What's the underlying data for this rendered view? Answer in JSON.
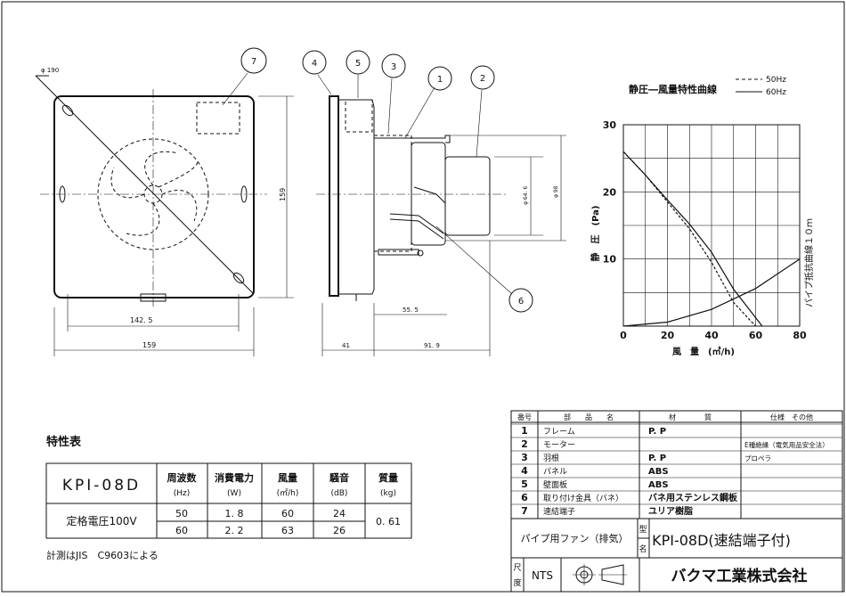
{
  "drawing": {
    "dims": {
      "dia190": "φ 190",
      "h159": "159",
      "w142_5": "142. 5",
      "w159": "159",
      "d41": "41",
      "d91_9": "91. 9",
      "d55_5": "55. 5",
      "dia64_6": "φ 64. 6",
      "dia98": "φ 98"
    },
    "balloons": [
      "1",
      "2",
      "3",
      "4",
      "5",
      "6",
      "7"
    ]
  },
  "chart": {
    "title": "静圧―風量特性曲線",
    "legend_50": "50Hz",
    "legend_60": "60Hz",
    "ylabel": "静　圧　(Pa)",
    "xlabel": "風　量　(㎥/h)",
    "curve_label": "パイプ抵抗曲線１０ｍ",
    "x_ticks": [
      "0",
      "20",
      "40",
      "60",
      "80"
    ],
    "y_ticks": [
      "30",
      "20",
      "10"
    ]
  },
  "chart_data": {
    "type": "line",
    "title": "静圧―風量特性曲線",
    "xlabel": "風　量　(㎥/h)",
    "ylabel": "静　圧　(Pa)",
    "xlim": [
      0,
      80
    ],
    "ylim": [
      0,
      30
    ],
    "grid": true,
    "series": [
      {
        "name": "50Hz",
        "style": "dashed",
        "points": [
          [
            0,
            26
          ],
          [
            10,
            22.5
          ],
          [
            20,
            18.5
          ],
          [
            30,
            14.5
          ],
          [
            40,
            9.5
          ],
          [
            50,
            3.5
          ],
          [
            60,
            0
          ]
        ]
      },
      {
        "name": "60Hz",
        "style": "solid",
        "points": [
          [
            0,
            26
          ],
          [
            10,
            22.5
          ],
          [
            20,
            18.8
          ],
          [
            30,
            15.2
          ],
          [
            40,
            11
          ],
          [
            50,
            5.5
          ],
          [
            63,
            0
          ]
        ]
      },
      {
        "name": "パイプ抵抗曲線１０ｍ",
        "style": "solid",
        "points": [
          [
            0,
            0
          ],
          [
            20,
            0.6
          ],
          [
            40,
            2.5
          ],
          [
            60,
            5.6
          ],
          [
            80,
            10
          ]
        ]
      }
    ]
  },
  "spec": {
    "heading": "特性表",
    "model": "KPI-08D",
    "headers": [
      {
        "label": "周波数",
        "unit": "(Hz)"
      },
      {
        "label": "消費電力",
        "unit": "(W)"
      },
      {
        "label": "風量",
        "unit": "(㎥/h)"
      },
      {
        "label": "騒音",
        "unit": "(dB)"
      },
      {
        "label": "質量",
        "unit": "(kg)"
      }
    ],
    "row_label": "定格電圧100V",
    "rows": [
      [
        "50",
        "1. 8",
        "60",
        "24"
      ],
      [
        "60",
        "2. 2",
        "63",
        "26"
      ]
    ],
    "mass": "0. 61",
    "note": "計測はJIS　C9603による"
  },
  "parts": {
    "headers": [
      "番号",
      "部　　品　　名",
      "材　　　　質",
      "仕様　その他"
    ],
    "rows": [
      {
        "no": "1",
        "name": "フレーム",
        "material": "P. P",
        "spec": ""
      },
      {
        "no": "2",
        "name": "モーター",
        "material": "",
        "spec": "E種絶縁（電気用品安全法）"
      },
      {
        "no": "3",
        "name": "羽根",
        "material": "P. P",
        "spec": "プロペラ"
      },
      {
        "no": "4",
        "name": "パネル",
        "material": "ABS",
        "spec": ""
      },
      {
        "no": "5",
        "name": "壁面板",
        "material": "ABS",
        "spec": ""
      },
      {
        "no": "6",
        "name": "取り付け金具（バネ）",
        "material": "バネ用ステンレス鋼板",
        "spec": ""
      },
      {
        "no": "7",
        "name": "速結端子",
        "material": "ユリア樹脂",
        "spec": ""
      }
    ]
  },
  "title_block": {
    "product": "パイプ用ファン（排気）",
    "kata": "型",
    "mei": "名",
    "model_full": "KPI-08D(速結端子付)",
    "shaku": "尺",
    "do": "度",
    "scale": "NTS",
    "company": "バクマ工業株式会社"
  }
}
